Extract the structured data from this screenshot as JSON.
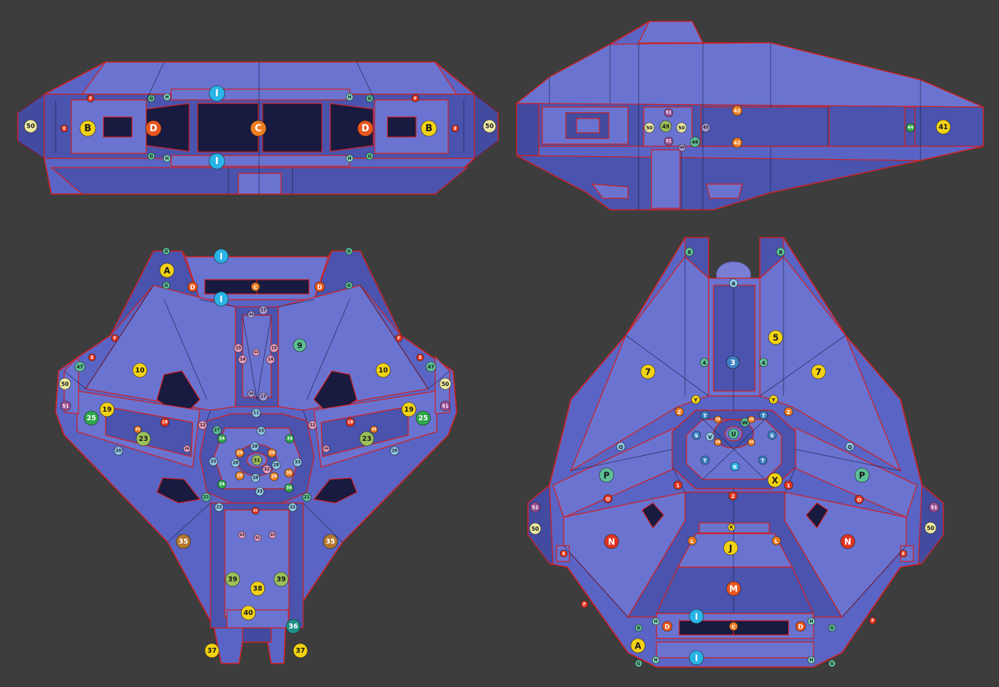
{
  "palette": {
    "background": "#3d3d3d",
    "hull": "#5a64c4",
    "outline": "#d21f1f",
    "window": "#181a3f"
  },
  "colors": {
    "yellow": "#f2d214",
    "orange": "#ec7d22",
    "red-orange": "#e8561f",
    "red": "#e03322",
    "sky": "#29b3e6",
    "light-teal": "#7fd3be",
    "teal": "#5dbf96",
    "green": "#2ea84a",
    "dark-teal": "#1f8f86",
    "olive-green": "#9cc05a",
    "pale-yellow": "#ece9a2",
    "pink": "#e59abf",
    "purple": "#9a4f94",
    "light-blue": "#8ec6e6",
    "lavender": "#a79ad4",
    "brown": "#b4782e",
    "steel-blue": "#3d7fc4",
    "light-gray": "#d8d8d8"
  },
  "views": {
    "top_left": {
      "markers": [
        {
          "label": "I",
          "color": "sky"
        },
        {
          "label": "I",
          "color": "sky"
        },
        {
          "label": "50",
          "color": "pale-yellow"
        },
        {
          "label": "50",
          "color": "pale-yellow"
        },
        {
          "label": "B",
          "color": "yellow"
        },
        {
          "label": "B",
          "color": "yellow"
        },
        {
          "label": "D",
          "color": "red-orange"
        },
        {
          "label": "D",
          "color": "red-orange"
        },
        {
          "label": "C",
          "color": "orange"
        },
        {
          "label": "E",
          "color": "red"
        },
        {
          "label": "E",
          "color": "red"
        },
        {
          "label": "F",
          "color": "red"
        },
        {
          "label": "F",
          "color": "red"
        },
        {
          "label": "G",
          "color": "teal"
        },
        {
          "label": "G",
          "color": "teal"
        },
        {
          "label": "G",
          "color": "teal"
        },
        {
          "label": "G",
          "color": "teal"
        },
        {
          "label": "H",
          "color": "light-teal"
        },
        {
          "label": "H",
          "color": "light-teal"
        },
        {
          "label": "H",
          "color": "light-teal"
        },
        {
          "label": "H",
          "color": "light-teal"
        }
      ]
    },
    "top_right": {
      "markers": [
        {
          "label": "51",
          "color": "purple"
        },
        {
          "label": "51",
          "color": "purple"
        },
        {
          "label": "49",
          "color": "olive-green"
        },
        {
          "label": "50",
          "color": "pale-yellow"
        },
        {
          "label": "50",
          "color": "pale-yellow"
        },
        {
          "label": "48",
          "color": "lavender"
        },
        {
          "label": "45",
          "color": "lavender"
        },
        {
          "label": "46",
          "color": "teal"
        },
        {
          "label": "42",
          "color": "orange"
        },
        {
          "label": "42",
          "color": "orange"
        },
        {
          "label": "44",
          "color": "green"
        },
        {
          "label": "41",
          "color": "yellow"
        }
      ]
    },
    "bottom_left": {
      "markers": [
        {
          "label": "G",
          "color": "teal"
        },
        {
          "label": "G",
          "color": "teal"
        },
        {
          "label": "G",
          "color": "teal"
        },
        {
          "label": "G",
          "color": "teal"
        },
        {
          "label": "I",
          "color": "sky"
        },
        {
          "label": "I",
          "color": "sky"
        },
        {
          "label": "A",
          "color": "yellow"
        },
        {
          "label": "D",
          "color": "red-orange"
        },
        {
          "label": "D",
          "color": "red-orange"
        },
        {
          "label": "C",
          "color": "orange"
        },
        {
          "label": "F",
          "color": "red"
        },
        {
          "label": "F",
          "color": "red"
        },
        {
          "label": "E",
          "color": "red"
        },
        {
          "label": "E",
          "color": "red"
        },
        {
          "label": "47",
          "color": "teal"
        },
        {
          "label": "47",
          "color": "teal"
        },
        {
          "label": "50",
          "color": "pale-yellow"
        },
        {
          "label": "50",
          "color": "pale-yellow"
        },
        {
          "label": "51",
          "color": "purple"
        },
        {
          "label": "51",
          "color": "purple"
        },
        {
          "label": "10",
          "color": "yellow"
        },
        {
          "label": "10",
          "color": "yellow"
        },
        {
          "label": "9",
          "color": "teal"
        },
        {
          "label": "16",
          "color": "lavender"
        },
        {
          "label": "16",
          "color": "lavender"
        },
        {
          "label": "17",
          "color": "lavender"
        },
        {
          "label": "17",
          "color": "lavender"
        },
        {
          "label": "15",
          "color": "pink"
        },
        {
          "label": "15",
          "color": "pink"
        },
        {
          "label": "14",
          "color": "pink"
        },
        {
          "label": "14",
          "color": "pink"
        },
        {
          "label": "13",
          "color": "pink"
        },
        {
          "label": "19",
          "color": "yellow"
        },
        {
          "label": "19",
          "color": "yellow"
        },
        {
          "label": "25",
          "color": "green"
        },
        {
          "label": "25",
          "color": "green"
        },
        {
          "label": "23",
          "color": "olive-green"
        },
        {
          "label": "23",
          "color": "olive-green"
        },
        {
          "label": "18",
          "color": "red"
        },
        {
          "label": "18",
          "color": "red"
        },
        {
          "label": "24",
          "color": "orange"
        },
        {
          "label": "24",
          "color": "orange"
        },
        {
          "label": "26",
          "color": "pink"
        },
        {
          "label": "26",
          "color": "pink"
        },
        {
          "label": "20",
          "color": "light-blue"
        },
        {
          "label": "20",
          "color": "light-blue"
        },
        {
          "label": "12",
          "color": "pink"
        },
        {
          "label": "12",
          "color": "pink"
        },
        {
          "label": "11",
          "color": "light-blue"
        },
        {
          "label": "27",
          "color": "teal"
        },
        {
          "label": "34",
          "color": "green"
        },
        {
          "label": "34",
          "color": "green"
        },
        {
          "label": "34",
          "color": "green"
        },
        {
          "label": "34",
          "color": "green"
        },
        {
          "label": "33",
          "color": "light-blue"
        },
        {
          "label": "33",
          "color": "light-blue"
        },
        {
          "label": "33",
          "color": "light-blue"
        },
        {
          "label": "33",
          "color": "light-blue"
        },
        {
          "label": "28",
          "color": "light-blue"
        },
        {
          "label": "28",
          "color": "light-blue"
        },
        {
          "label": "28",
          "color": "light-blue"
        },
        {
          "label": "28",
          "color": "light-blue"
        },
        {
          "label": "29",
          "color": "orange"
        },
        {
          "label": "29",
          "color": "orange"
        },
        {
          "label": "29",
          "color": "orange"
        },
        {
          "label": "29",
          "color": "orange"
        },
        {
          "label": "31",
          "color": "olive-green"
        },
        {
          "label": "32",
          "color": "pink"
        },
        {
          "label": "30",
          "color": "orange"
        },
        {
          "label": "21",
          "color": "teal"
        },
        {
          "label": "21",
          "color": "teal"
        },
        {
          "label": "22",
          "color": "light-blue"
        },
        {
          "label": "22",
          "color": "light-blue"
        },
        {
          "label": "42",
          "color": "red"
        },
        {
          "label": "43",
          "color": "pink"
        },
        {
          "label": "43",
          "color": "pink"
        },
        {
          "label": "41",
          "color": "pink"
        },
        {
          "label": "35",
          "color": "brown"
        },
        {
          "label": "35",
          "color": "brown"
        },
        {
          "label": "39",
          "color": "olive-green"
        },
        {
          "label": "39",
          "color": "olive-green"
        },
        {
          "label": "38",
          "color": "yellow"
        },
        {
          "label": "40",
          "color": "yellow"
        },
        {
          "label": "36",
          "color": "dark-teal"
        },
        {
          "label": "37",
          "color": "yellow"
        },
        {
          "label": "37",
          "color": "yellow"
        }
      ]
    },
    "bottom_right": {
      "markers": [
        {
          "label": "8",
          "color": "teal"
        },
        {
          "label": "8",
          "color": "teal"
        },
        {
          "label": "6",
          "color": "light-blue"
        },
        {
          "label": "5",
          "color": "yellow"
        },
        {
          "label": "3",
          "color": "steel-blue"
        },
        {
          "label": "4",
          "color": "teal"
        },
        {
          "label": "4",
          "color": "teal"
        },
        {
          "label": "7",
          "color": "yellow"
        },
        {
          "label": "7",
          "color": "yellow"
        },
        {
          "label": "Y",
          "color": "yellow"
        },
        {
          "label": "Y",
          "color": "yellow"
        },
        {
          "label": "Z",
          "color": "orange"
        },
        {
          "label": "Z",
          "color": "orange"
        },
        {
          "label": "T",
          "color": "steel-blue"
        },
        {
          "label": "T",
          "color": "steel-blue"
        },
        {
          "label": "T",
          "color": "steel-blue"
        },
        {
          "label": "T",
          "color": "steel-blue"
        },
        {
          "label": "S",
          "color": "steel-blue"
        },
        {
          "label": "S",
          "color": "steel-blue"
        },
        {
          "label": "V",
          "color": "light-blue"
        },
        {
          "label": "U",
          "color": "teal"
        },
        {
          "label": "W",
          "color": "teal"
        },
        {
          "label": "29",
          "color": "orange"
        },
        {
          "label": "29",
          "color": "orange"
        },
        {
          "label": "29",
          "color": "orange"
        },
        {
          "label": "29",
          "color": "orange"
        },
        {
          "label": "R",
          "color": "sky"
        },
        {
          "label": "X",
          "color": "yellow"
        },
        {
          "label": "1",
          "color": "red"
        },
        {
          "label": "1",
          "color": "red"
        },
        {
          "label": "2",
          "color": "red"
        },
        {
          "label": "Q",
          "color": "light-blue"
        },
        {
          "label": "Q",
          "color": "light-blue"
        },
        {
          "label": "P",
          "color": "teal"
        },
        {
          "label": "P",
          "color": "teal"
        },
        {
          "label": "O",
          "color": "red"
        },
        {
          "label": "O",
          "color": "red"
        },
        {
          "label": "51",
          "color": "purple"
        },
        {
          "label": "51",
          "color": "purple"
        },
        {
          "label": "50",
          "color": "pale-yellow"
        },
        {
          "label": "50",
          "color": "pale-yellow"
        },
        {
          "label": "N",
          "color": "red"
        },
        {
          "label": "N",
          "color": "red"
        },
        {
          "label": "E",
          "color": "red"
        },
        {
          "label": "E",
          "color": "red"
        },
        {
          "label": "K",
          "color": "yellow"
        },
        {
          "label": "L",
          "color": "orange"
        },
        {
          "label": "L",
          "color": "orange"
        },
        {
          "label": "J",
          "color": "yellow"
        },
        {
          "label": "M",
          "color": "red-orange"
        },
        {
          "label": "F",
          "color": "red"
        },
        {
          "label": "F",
          "color": "red"
        },
        {
          "label": "I",
          "color": "sky"
        },
        {
          "label": "I",
          "color": "sky"
        },
        {
          "label": "G",
          "color": "teal"
        },
        {
          "label": "G",
          "color": "teal"
        },
        {
          "label": "G",
          "color": "teal"
        },
        {
          "label": "G",
          "color": "teal"
        },
        {
          "label": "H",
          "color": "light-teal"
        },
        {
          "label": "H",
          "color": "light-teal"
        },
        {
          "label": "H",
          "color": "light-teal"
        },
        {
          "label": "H",
          "color": "light-teal"
        },
        {
          "label": "D",
          "color": "red-orange"
        },
        {
          "label": "D",
          "color": "red-orange"
        },
        {
          "label": "C",
          "color": "orange"
        },
        {
          "label": "A",
          "color": "yellow"
        }
      ]
    }
  }
}
